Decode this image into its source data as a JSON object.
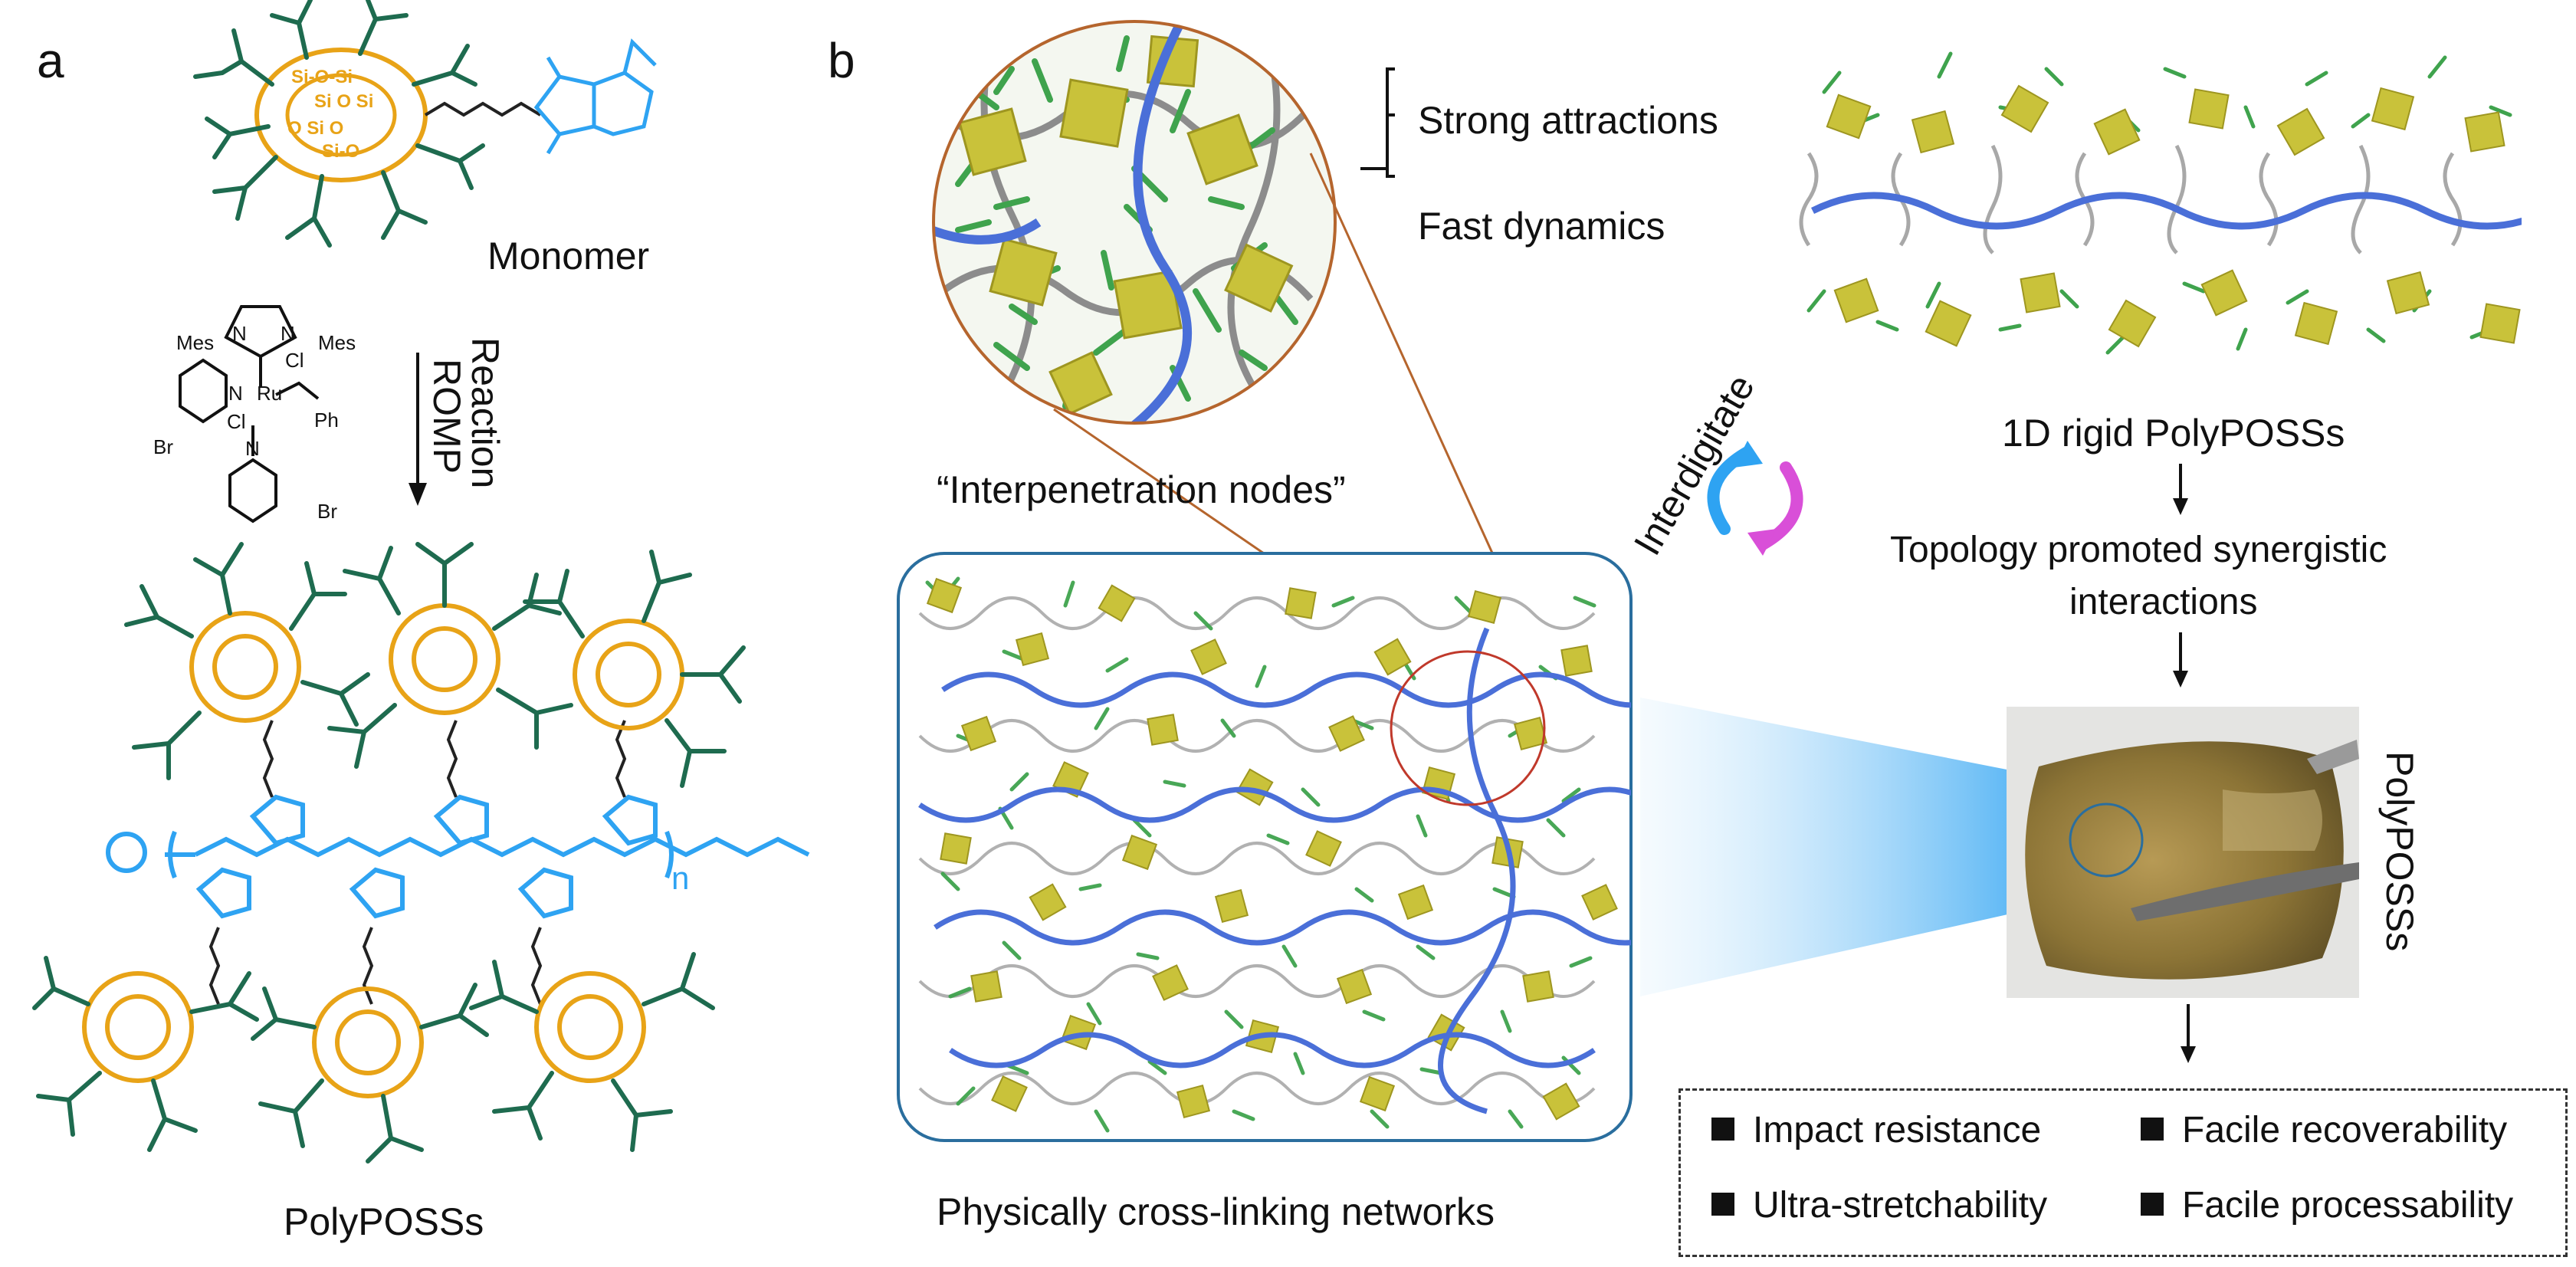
{
  "panel_a": {
    "letter": "a",
    "monomer_label": "Monomer",
    "reaction_label_line1": "ROMP",
    "reaction_label_line2": "Reaction",
    "product_label": "PolyPOSSs",
    "catalyst_labels": [
      "Mes",
      "N",
      "N",
      "Mes",
      "Cl",
      "N",
      "Ru",
      "Ph",
      "Br",
      "Cl",
      "N",
      "Br"
    ],
    "repeat_unit": "n"
  },
  "panel_b": {
    "letter": "b",
    "zoom_label": "“Interpenetration nodes”",
    "attraction_labels": [
      "Strong attractions",
      "Fast dynamics"
    ],
    "interdigitate_label": "Interdigitate",
    "rigid_label": "1D rigid PolyPOSSs",
    "topology_label_line1": "Topology promoted synergistic",
    "topology_label_line2": "interactions",
    "network_label": "Physically cross-linking networks",
    "sample_label": "PolyPOSSs",
    "properties": [
      "Impact resistance",
      "Facile recoverability",
      "Ultra-stretchability",
      "Facile processability"
    ]
  },
  "colors": {
    "poss_orange": "#E8A317",
    "alkyl_green": "#1E6B4F",
    "backbone_blue": "#3FA9F5",
    "chain_blue": "#4A6FD8",
    "cube_yellow": "#C9C23A",
    "arm_green": "#3FA34D",
    "network_frame": "#2A6E9E",
    "zoom_circle": "#B5652D"
  }
}
